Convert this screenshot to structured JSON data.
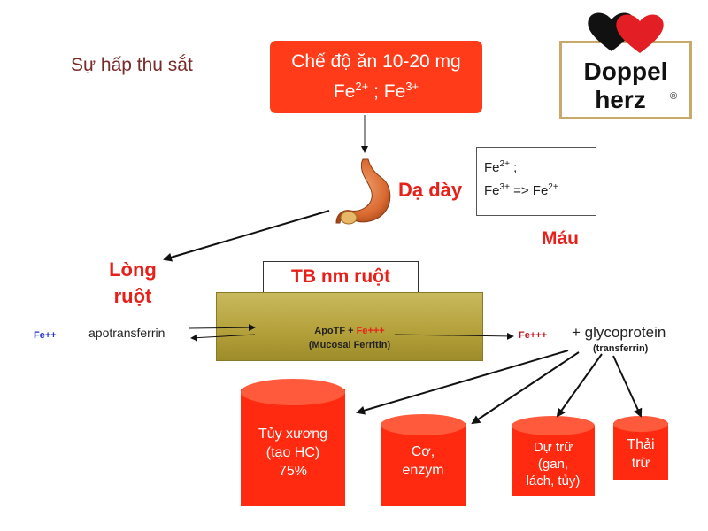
{
  "title": "Sự hấp thu sắt",
  "diet": {
    "line1": "Chế độ ăn 10-20 mg",
    "fe2_base": "Fe",
    "fe2_sup": "2+",
    "sep": " ; ",
    "fe3_base": "Fe",
    "fe3_sup": "3+"
  },
  "logo": {
    "line1": "Doppel",
    "line2": "herz",
    "mark": "®"
  },
  "stomach_label": "Dạ dày",
  "blood_box": {
    "l1_base": "Fe",
    "l1_sup": "2+",
    "l1_tail": " ;",
    "l2_base": "Fe",
    "l2_sup": "3+",
    "l2_mid": " => Fe",
    "l2_sup2": "2+"
  },
  "blood_label": "Máu",
  "lumen_label": {
    "line1": "Lòng",
    "line2": "ruột"
  },
  "cell_label": "TB nm ruột",
  "cell": {
    "apotf": "ApoTF + ",
    "fe": "Fe+++",
    "mucosal": "(Mucosal Ferritin)"
  },
  "fe_left": "Fe++",
  "apotransferrin": "apotransferrin",
  "fe_right": "Fe+++",
  "glycoprotein": "+ glycoprotein",
  "transferrin": "(transferrin)",
  "destinations": [
    {
      "lines": [
        "Tủy xương",
        "(tạo HC)",
        "75%"
      ]
    },
    {
      "lines": [
        "Cơ,",
        "enzym"
      ]
    },
    {
      "lines": [
        "Dự trữ",
        "(gan,",
        "lách, tủy)"
      ]
    },
    {
      "lines": [
        "Thải",
        "trừ"
      ]
    }
  ],
  "colors": {
    "accent_red": "#ff3b1a",
    "label_red": "#e8201a",
    "cell_olive": "#b5a23c",
    "heart_red": "#e31e24",
    "logo_red": "#c4161c"
  }
}
